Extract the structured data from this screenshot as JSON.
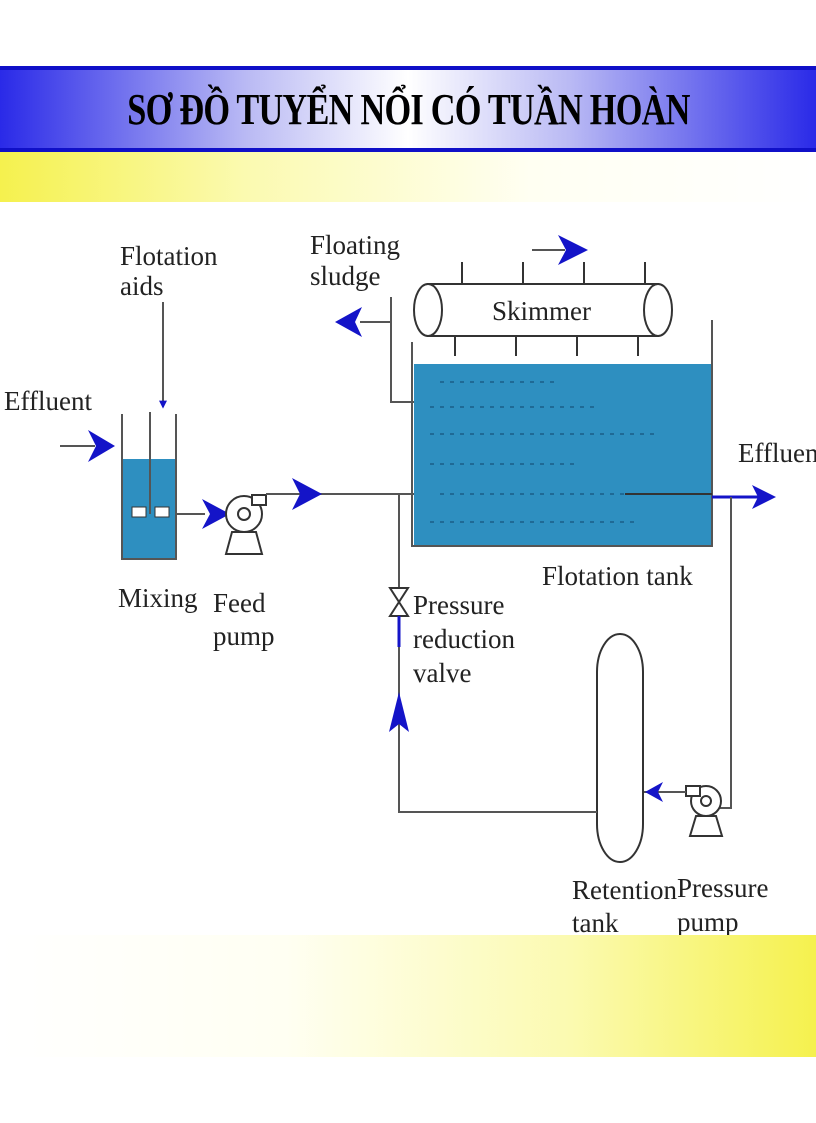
{
  "title": "SƠ ĐỒ TUYỂN NỔI CÓ TUẦN HOÀN",
  "colors": {
    "title_band": "#2a2ae8",
    "water": "#2e8fc0",
    "arrow": "#1414c8",
    "line": "#555555",
    "yellow": "#f5f14e"
  },
  "labels": {
    "flotation_aids_1": "Flotation",
    "flotation_aids_2": "aids",
    "floating_sludge_1": "Floating",
    "floating_sludge_2": "sludge",
    "skimmer": "Skimmer",
    "effluent_in": "Effluent",
    "effluent_out": "Effluent",
    "mixing": "Mixing",
    "feed_pump_1": "Feed",
    "feed_pump_2": "pump",
    "flotation_tank": "Flotation tank",
    "pressure_valve_1": "Pressure",
    "pressure_valve_2": "reduction",
    "pressure_valve_3": "valve",
    "retention_tank_1": "Retention",
    "retention_tank_2": "tank",
    "pressure_pump_1": "Pressure",
    "pressure_pump_2": "pump"
  }
}
